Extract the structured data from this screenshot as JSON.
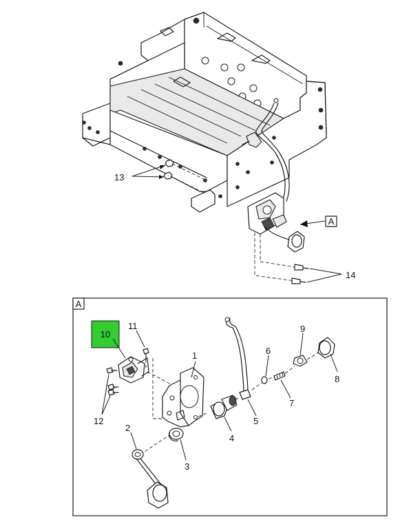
{
  "callouts": {
    "c1": "1",
    "c2": "2",
    "c3": "3",
    "c4": "4",
    "c5": "5",
    "c6": "6",
    "c7": "7",
    "c8": "8",
    "c9": "9",
    "c10": "10",
    "c11": "11",
    "c12": "12",
    "c13": "13",
    "c14": "14"
  },
  "view_ref": {
    "pointer_label": "A",
    "detail_label": "A"
  },
  "colors": {
    "highlight": "#33cc33",
    "line": "#1a1a1a",
    "background": "#ffffff"
  }
}
